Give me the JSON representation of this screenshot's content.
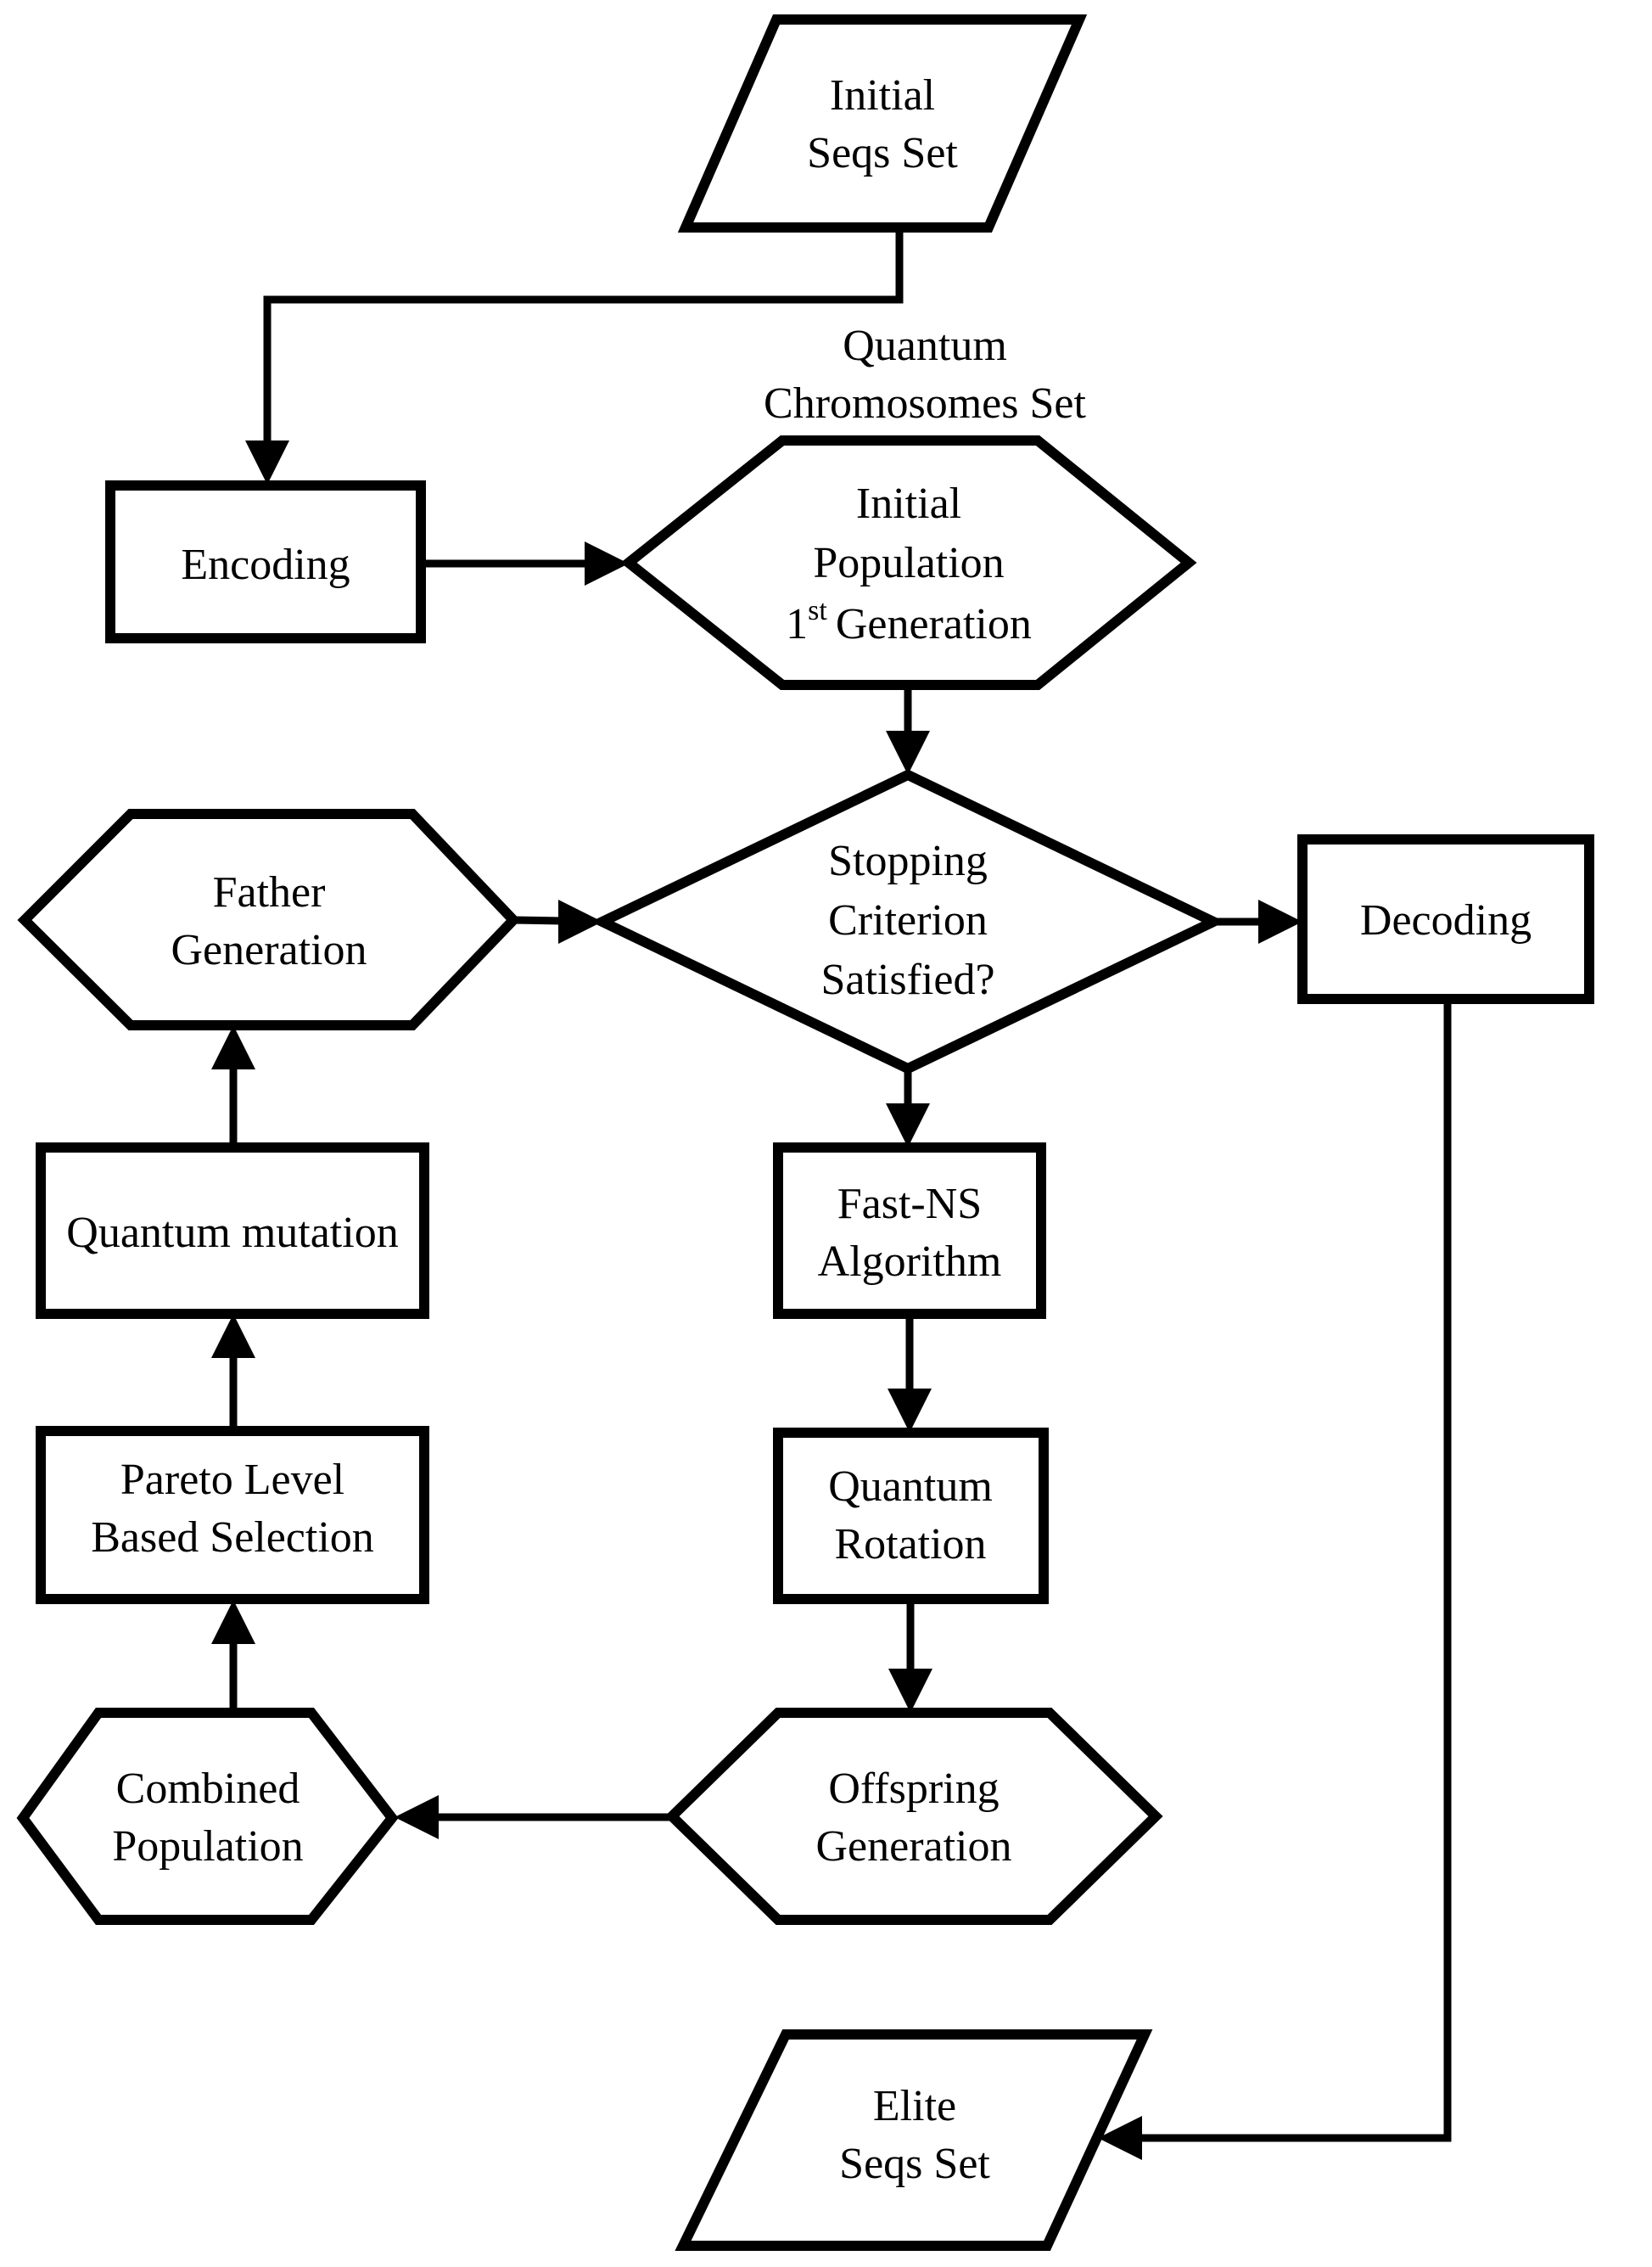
{
  "colors": {
    "background": "#ffffff",
    "stroke": "#000000",
    "text": "#000000"
  },
  "nodes": {
    "initial_seqs": {
      "shape": "parallelogram",
      "lines": [
        "Initial",
        "Seqs Set"
      ]
    },
    "encoding": {
      "shape": "rectangle",
      "lines": [
        "Encoding"
      ]
    },
    "quantum_chromosomes_label": {
      "shape": "floating-label",
      "lines": [
        "Quantum",
        "Chromosomes Set"
      ]
    },
    "initial_population": {
      "shape": "hexagon",
      "lines": [
        "Initial",
        "Population"
      ],
      "gen_line": {
        "num": "1",
        "sup": "st",
        "rest": "Generation"
      }
    },
    "stopping_criterion": {
      "shape": "diamond",
      "lines": [
        "Stopping",
        "Criterion",
        "Satisfied?"
      ]
    },
    "father_generation": {
      "shape": "hexagon",
      "lines": [
        "Father",
        "Generation"
      ]
    },
    "decoding": {
      "shape": "rectangle",
      "lines": [
        "Decoding"
      ]
    },
    "fast_ns": {
      "shape": "rectangle",
      "lines": [
        "Fast-NS",
        "Algorithm"
      ]
    },
    "quantum_mutation": {
      "shape": "rectangle",
      "lines": [
        "Quantum mutation"
      ]
    },
    "pareto_selection": {
      "shape": "rectangle",
      "lines": [
        "Pareto Level",
        "Based Selection"
      ]
    },
    "quantum_rotation": {
      "shape": "rectangle",
      "lines": [
        "Quantum",
        "Rotation"
      ]
    },
    "combined_population": {
      "shape": "hexagon",
      "lines": [
        "Combined",
        "Population"
      ]
    },
    "offspring_generation": {
      "shape": "hexagon",
      "lines": [
        "Offspring",
        "Generation"
      ]
    },
    "elite_seqs": {
      "shape": "parallelogram",
      "lines": [
        "Elite",
        "Seqs Set"
      ]
    }
  },
  "edges": [
    {
      "from": "initial-seqs-set",
      "to": "encoding"
    },
    {
      "from": "encoding",
      "to": "initial-population"
    },
    {
      "from": "initial-population",
      "to": "stopping-criterion"
    },
    {
      "from": "father-generation",
      "to": "stopping-criterion"
    },
    {
      "from": "stopping-criterion",
      "to": "decoding"
    },
    {
      "from": "stopping-criterion",
      "to": "fast-ns-algorithm"
    },
    {
      "from": "fast-ns-algorithm",
      "to": "quantum-rotation"
    },
    {
      "from": "quantum-rotation",
      "to": "offspring-generation"
    },
    {
      "from": "offspring-generation",
      "to": "combined-population"
    },
    {
      "from": "combined-population",
      "to": "pareto-level-based-selection"
    },
    {
      "from": "pareto-level-based-selection",
      "to": "quantum-mutation"
    },
    {
      "from": "quantum-mutation",
      "to": "father-generation"
    },
    {
      "from": "decoding",
      "to": "elite-seqs-set"
    }
  ]
}
